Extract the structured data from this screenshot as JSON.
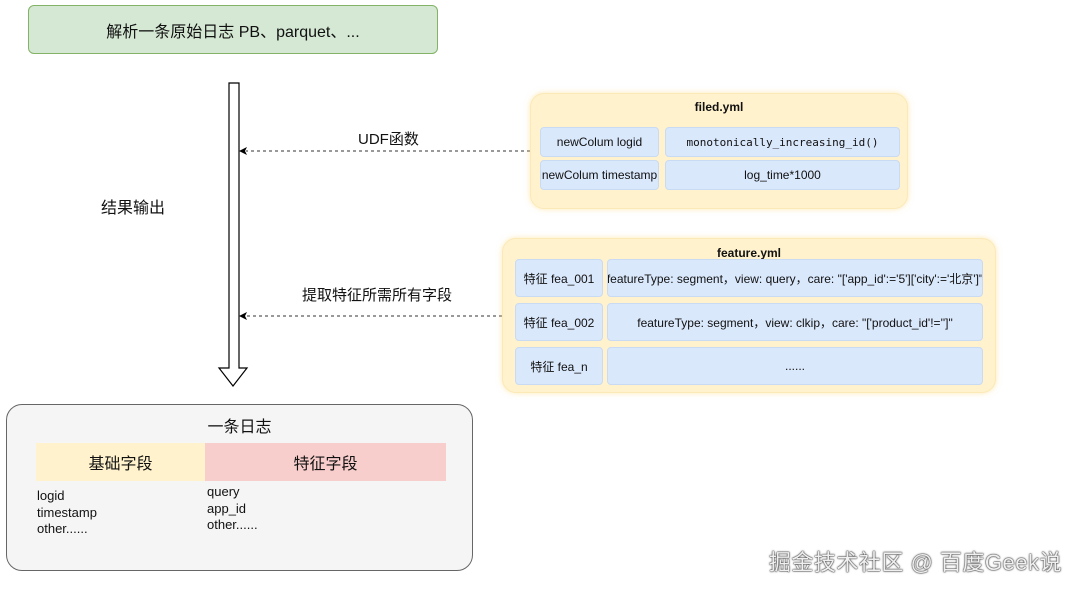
{
  "top_box": {
    "text": "解析一条原始日志 PB、parquet、..."
  },
  "arrows": {
    "result_output": "结果输出",
    "udf": "UDF函数",
    "extract": "提取特征所需所有字段"
  },
  "filed_yml": {
    "title": "filed.yml",
    "rows": [
      {
        "key": "newColum logid",
        "value": "monotonically_increasing_id()"
      },
      {
        "key": "newColum timestamp",
        "value": "log_time*1000"
      }
    ]
  },
  "feature_yml": {
    "title": "feature.yml",
    "rows": [
      {
        "key": "特征 fea_001",
        "value": "featureType: segment，view: query，care: \"['app_id':='5']['city':='北京']\""
      },
      {
        "key": "特征 fea_002",
        "value": "featureType: segment，view: clkip，care: \"['product_id'!='']\""
      },
      {
        "key": "特征 fea_n",
        "value": "......"
      }
    ]
  },
  "log": {
    "title": "一条日志",
    "basic": {
      "header": "基础字段",
      "items": [
        "logid",
        "timestamp",
        "other......"
      ]
    },
    "feature": {
      "header": "特征字段",
      "items": [
        "query",
        "app_id",
        "other......"
      ]
    }
  },
  "colors": {
    "green_fill": "#d5e8d4",
    "yellow_fill": "#fff2cc",
    "blue_fill": "#dae8fc",
    "red_fill": "#f8cecc"
  },
  "watermark": "掘金技术社区 @ 百度Geek说"
}
